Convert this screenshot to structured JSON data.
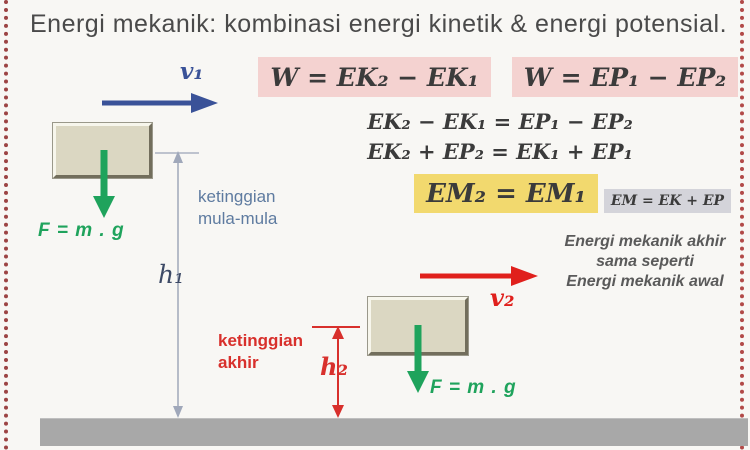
{
  "title": "Energi mekanik: kombinasi energi kinetik & energi potensial.",
  "formulas": {
    "work_kinetic": "W = EK₂ − EK₁",
    "work_potential": "W = EP₁ − EP₂",
    "eq_line1": "EK₂ − EK₁ = EP₁ − EP₂",
    "eq_line2": "EK₂ + EP₂ = EK₁ + EP₁",
    "em_conservation": "EM₂ = EM₁",
    "em_definition": "EM = EK + EP"
  },
  "diagram": {
    "v1_label": "v₁",
    "v2_label": "v₂",
    "h1_label": "h₁",
    "h2_label": "h₂",
    "force_initial": "F = m . g",
    "force_final": "F = m . g",
    "initial_height_caption": "ketinggian\nmula-mula",
    "final_height_caption": "ketinggian\nakhir"
  },
  "note_text": "Energi mekanik akhir\nsama seperti\nEnergi mekanik awal",
  "icons": {
    "velocity_initial": "blue-right-arrow",
    "velocity_final": "red-right-arrow",
    "gravity_force": "green-down-arrow",
    "height_initial": "gray-vertical-measure",
    "height_final": "red-vertical-measure"
  },
  "colors": {
    "highlight_pink": "#f4d2d0",
    "highlight_yellow": "#f2d96e",
    "highlight_gray": "#d4d4da",
    "velocity_initial_blue": "#3a5298",
    "velocity_final_red": "#e0201c",
    "force_green": "#1fa35c",
    "height_initial_gray": "#a0a8ba",
    "height_final_red": "#d8302c",
    "ground_gray": "#a8a8a8",
    "border_dots": "#9c4444"
  }
}
